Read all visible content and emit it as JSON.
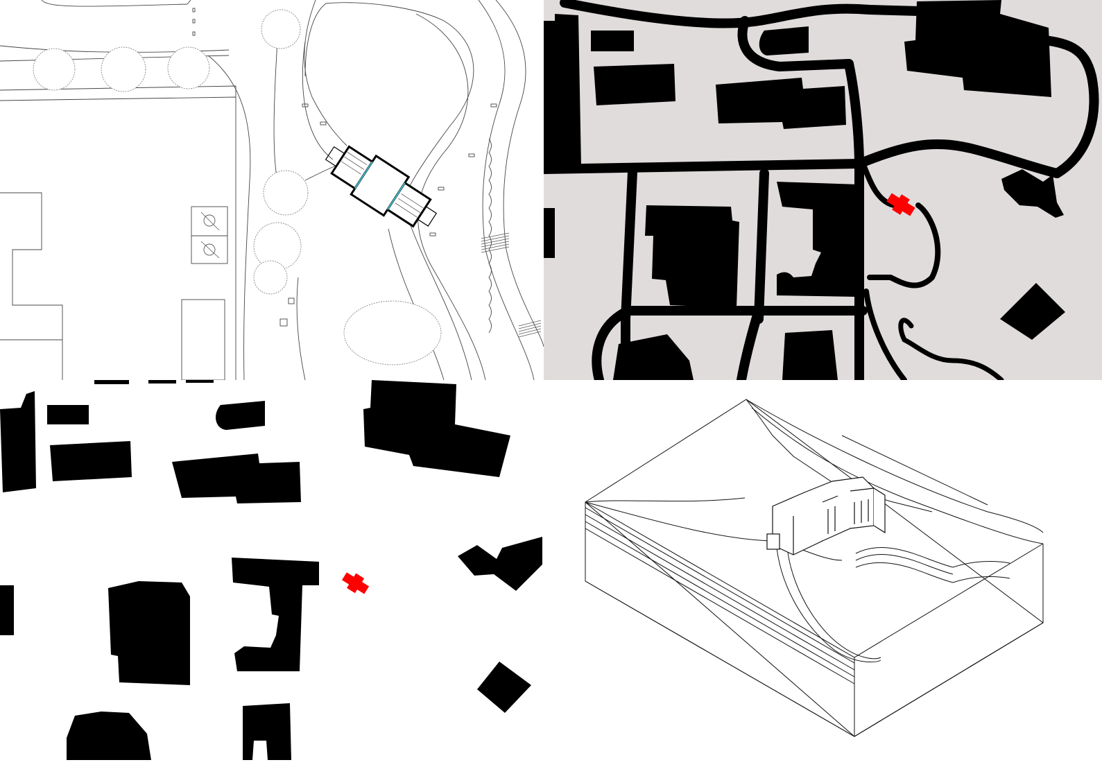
{
  "colors": {
    "building": "#000000",
    "highlight": "#ff0000",
    "ground": "#e1dcdc",
    "background": "#ffffff",
    "line": "#444444",
    "glazing": "#3fb8c8"
  },
  "panels": [
    {
      "id": "site-plan",
      "kind": "detailed-site-plan-linework"
    },
    {
      "id": "ground-figure",
      "kind": "figure-ground-with-paths"
    },
    {
      "id": "figure-ground",
      "kind": "building-footprints"
    },
    {
      "id": "axonometric",
      "kind": "isometric-site-model"
    }
  ],
  "icons": [
    "wheelchair-parking-icon"
  ]
}
